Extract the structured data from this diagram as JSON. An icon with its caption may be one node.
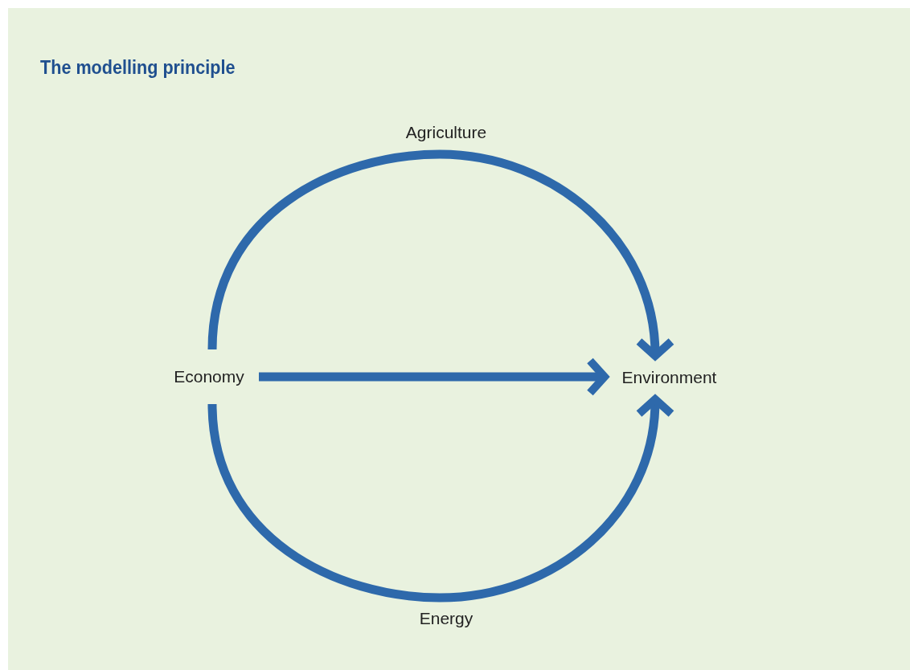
{
  "diagram": {
    "title": "The modelling principle",
    "nodes": [
      {
        "text": [
          "Economy"
        ]
      },
      {
        "text": [
          "Environment"
        ]
      }
    ],
    "edges": [
      {
        "from": 0,
        "to": 1,
        "label": "Agriculture",
        "arrow": "to"
      },
      {
        "from": 0,
        "to": 1,
        "arrow": "to"
      },
      {
        "from": 0,
        "to": 1,
        "label": "Energy",
        "arrow": "to"
      }
    ]
  }
}
